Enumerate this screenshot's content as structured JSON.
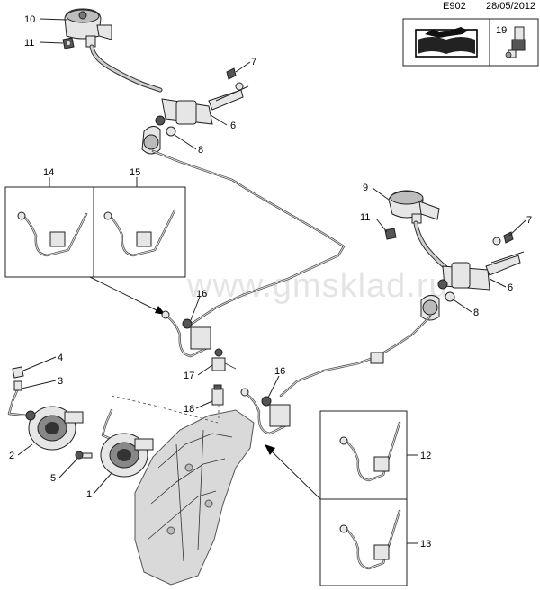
{
  "header": {
    "code": "E902",
    "date": "28/05/2012"
  },
  "icon_panel": {
    "manual_icon": "manual-wrench-book-icon",
    "ref_number": "19",
    "ref_icon": "clutch-sensor-icon"
  },
  "watermark": "www.gmsklad.ru",
  "callouts": {
    "c1": "1",
    "c2": "2",
    "c3": "3",
    "c4": "4",
    "c5": "5",
    "c6a": "6",
    "c6b": "6",
    "c7a": "7",
    "c7b": "7",
    "c8a": "8",
    "c8b": "8",
    "c9": "9",
    "c10": "10",
    "c11a": "11",
    "c11b": "11",
    "c12": "12",
    "c13": "13",
    "c14": "14",
    "c15": "15",
    "c16a": "16",
    "c16b": "16",
    "c17": "17",
    "c18": "18"
  }
}
